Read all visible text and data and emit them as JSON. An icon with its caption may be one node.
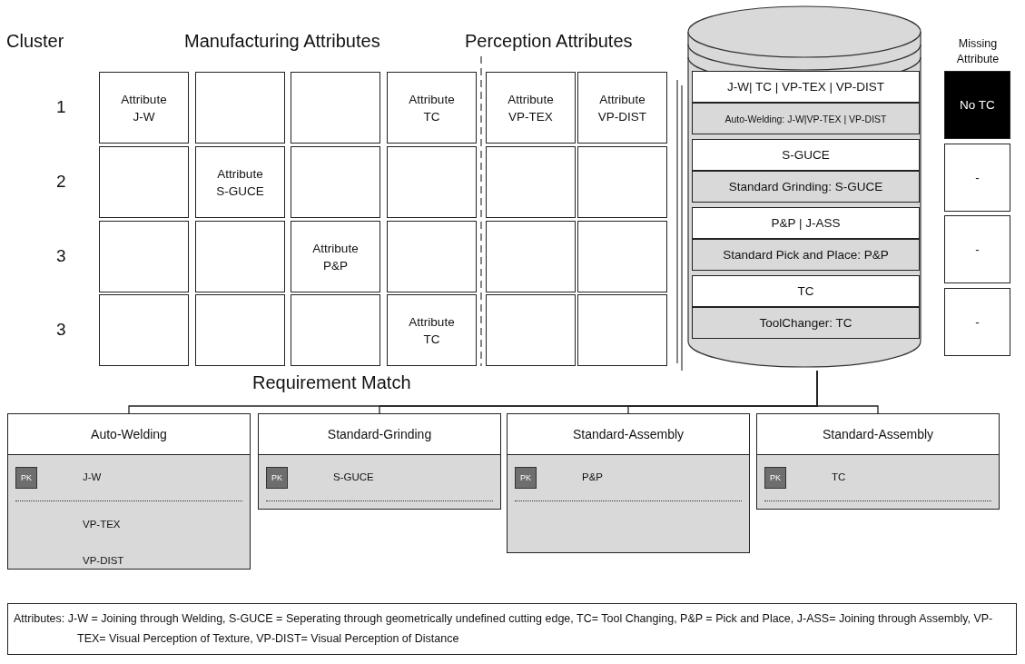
{
  "diagram": {
    "nodes": [
      {
        "text": [
          "Attribute J-W"
        ]
      },
      {
        "text": [],
        "shape": "box"
      },
      {
        "text": [],
        "shape": "box"
      },
      {
        "text": [
          "Attribute TC"
        ]
      },
      {
        "text": [
          "Attribute VP-TEX"
        ]
      },
      {
        "text": [
          "Attribute VP-DIST"
        ]
      },
      {
        "text": [],
        "shape": "box"
      },
      {
        "text": [
          "Attribute S-GUCE"
        ]
      },
      {
        "text": [],
        "shape": "box"
      },
      {
        "text": [],
        "shape": "box"
      },
      {
        "text": [],
        "shape": "box"
      },
      {
        "text": [],
        "shape": "box"
      },
      {
        "text": [],
        "shape": "box"
      },
      {
        "text": [],
        "shape": "box"
      },
      {
        "text": [
          "Attribute P&P"
        ]
      },
      {
        "text": [],
        "shape": "box"
      },
      {
        "text": [],
        "shape": "box"
      },
      {
        "text": [],
        "shape": "box"
      },
      {
        "text": [],
        "shape": "box"
      },
      {
        "text": [],
        "shape": "box"
      },
      {
        "text": [],
        "shape": "box"
      },
      {
        "text": [
          "Attribute TC"
        ]
      },
      {
        "text": [],
        "shape": "box"
      },
      {
        "text": [],
        "shape": "box"
      },
      {
        "text": [],
        "shape": "cylinder"
      },
      {
        "text": [
          "J-W| TC | VP-TEX | VP-DIST"
        ],
        "in": 24
      },
      {
        "text": [
          "Auto-Welding: J-W|VP-TEX | VP-DIST"
        ],
        "in": 24
      },
      {
        "text": [
          "S-GUCE"
        ],
        "in": 24
      },
      {
        "text": [
          "Standard Grinding: S-GUCE"
        ],
        "in": 24
      },
      {
        "text": [
          "P&P | J-ASS"
        ],
        "in": 24
      },
      {
        "text": [
          "Standard Pick and Place: P&P"
        ],
        "in": 24
      },
      {
        "text": [
          "TC"
        ],
        "in": 24
      },
      {
        "text": [
          "ToolChanger: TC"
        ],
        "in": 24
      },
      {
        "text": [
          "No TC"
        ]
      },
      {
        "text": [
          "-"
        ]
      },
      {
        "text": [
          "-"
        ]
      },
      {
        "text": [
          "-"
        ]
      },
      {
        "text": [
          "Auto-Welding",
          "PK",
          "J-W",
          "VP-TEX",
          "VP-DIST"
        ]
      },
      {
        "text": [
          "Standard-Grinding",
          "PK",
          "S-GUCE"
        ]
      },
      {
        "text": [
          "Standard-Assembly",
          "PK",
          "P&P"
        ]
      },
      {
        "text": [
          "Standard-Assembly",
          "PK",
          "TC"
        ]
      },
      {
        "text": [
          "Attributes: J-W = Joining through Welding, S-GUCE = Seperating through geometrically undefined cutting edge, TC= Tool Changing, P&P = Pick and Place, J-ASS= Joining through Assembly, VP-TEX= Visual Perception of Texture, VP-DIST= Visual Perception of Distance"
        ]
      }
    ],
    "edges": [
      {
        "from": 24,
        "to": 37,
        "arrow": "none"
      },
      {
        "from": 24,
        "to": 38,
        "arrow": "none"
      },
      {
        "from": 24,
        "to": 39,
        "arrow": "none"
      },
      {
        "from": 24,
        "to": 40,
        "arrow": "none"
      }
    ],
    "labels": [
      "Cluster",
      "Manufacturing Attributes",
      "Perception Attributes",
      "Missing Attribute",
      "1",
      "2",
      "3",
      "3",
      "Requirement Match"
    ]
  }
}
